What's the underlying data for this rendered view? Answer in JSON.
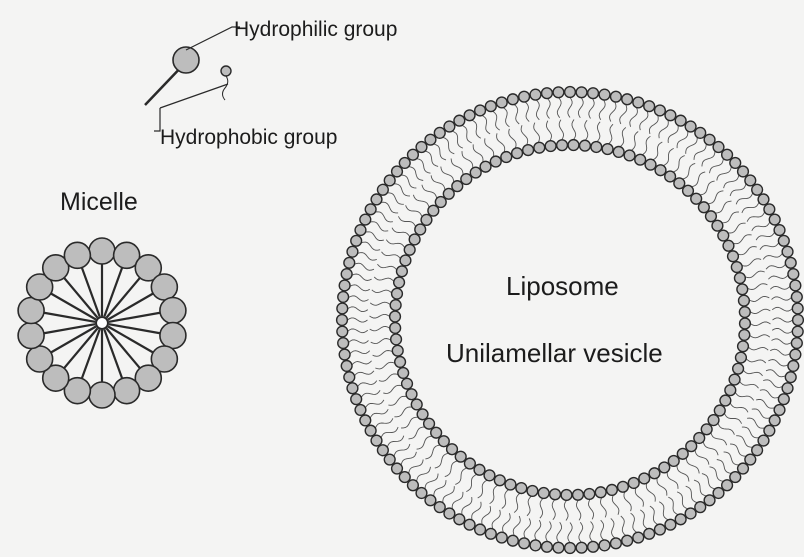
{
  "labels": {
    "hydrophilic": "Hydrophilic group",
    "hydrophobic": "Hydrophobic group",
    "micelle": "Micelle",
    "liposome": "Liposome",
    "vesicle": "Unilamellar vesicle"
  },
  "colors": {
    "background": "#f4f4f3",
    "head_fill": "#bdbdbd",
    "stroke": "#2a2a2a",
    "text": "#1c1c1c"
  }
}
